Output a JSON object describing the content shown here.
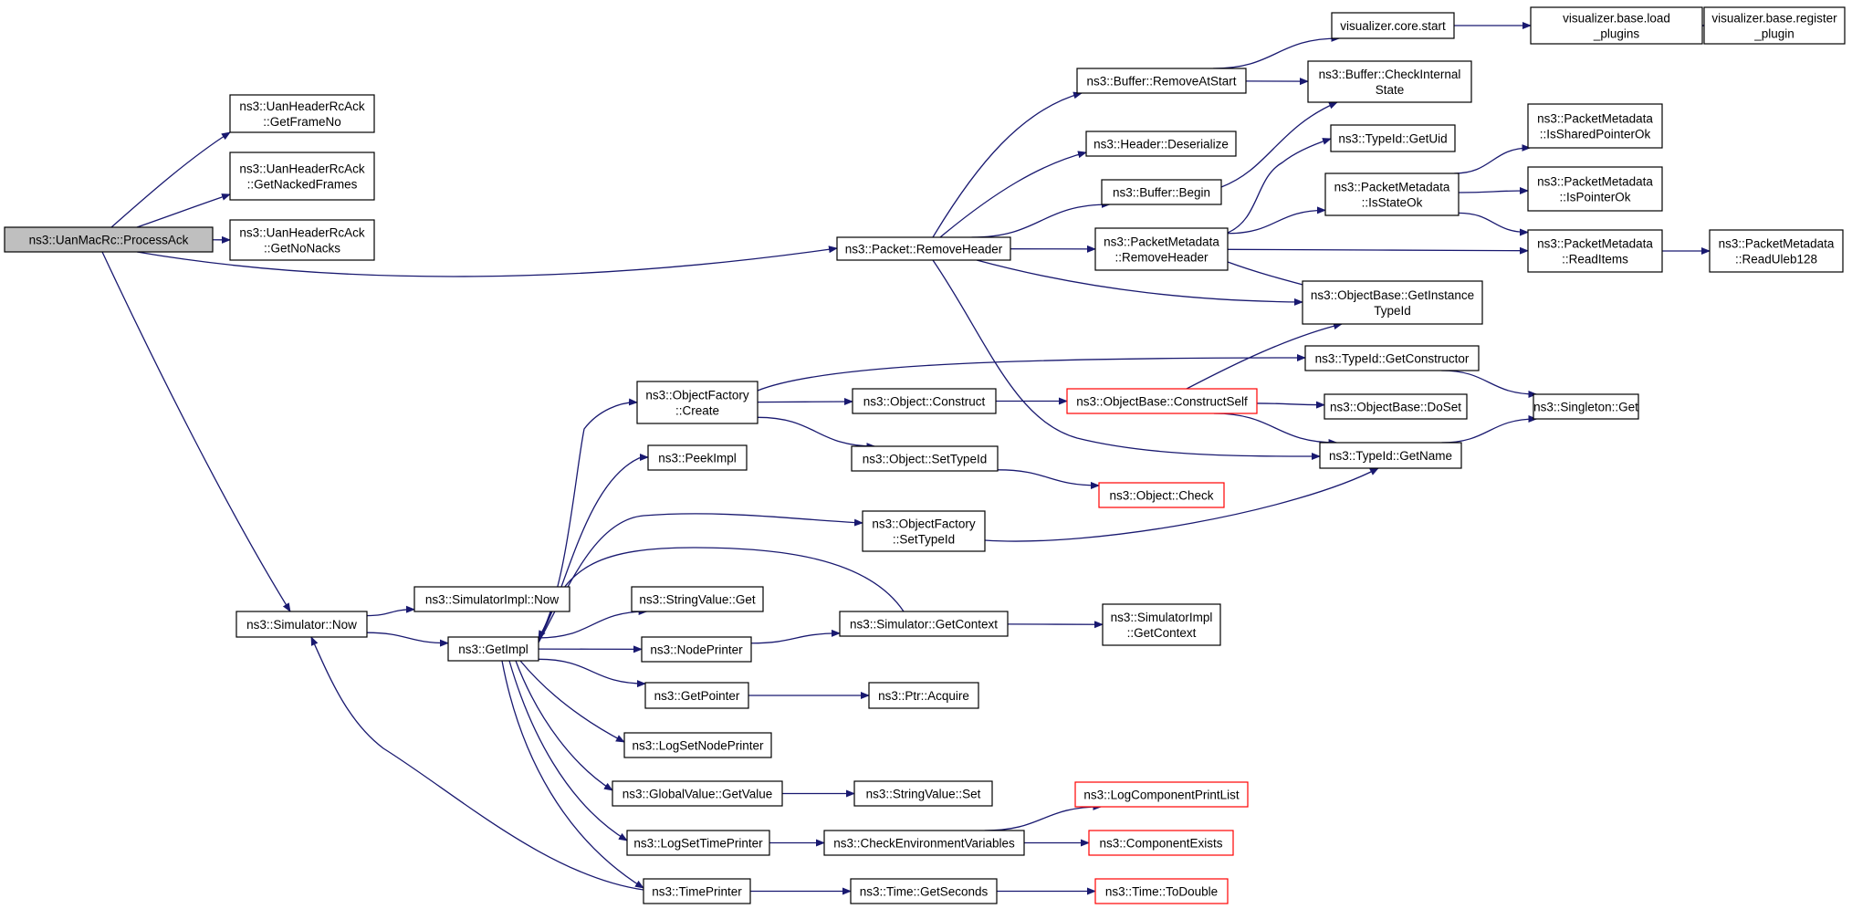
{
  "graph": {
    "nodes": [
      {
        "id": "n0",
        "lines": [
          "ns3::UanMacRc::ProcessAck"
        ],
        "style": "root"
      },
      {
        "id": "n1",
        "lines": [
          "ns3::UanHeaderRcAck",
          "::GetFrameNo"
        ],
        "style": "normal"
      },
      {
        "id": "n2",
        "lines": [
          "ns3::UanHeaderRcAck",
          "::GetNackedFrames"
        ],
        "style": "normal"
      },
      {
        "id": "n3",
        "lines": [
          "ns3::UanHeaderRcAck",
          "::GetNoNacks"
        ],
        "style": "normal"
      },
      {
        "id": "n4",
        "lines": [
          "ns3::Packet::RemoveHeader"
        ],
        "style": "normal"
      },
      {
        "id": "n5",
        "lines": [
          "ns3::Simulator::Now"
        ],
        "style": "normal"
      },
      {
        "id": "n6",
        "lines": [
          "ns3::Buffer::RemoveAtStart"
        ],
        "style": "normal"
      },
      {
        "id": "n7",
        "lines": [
          "visualizer.core.start"
        ],
        "style": "normal"
      },
      {
        "id": "n8",
        "lines": [
          "visualizer.base.load",
          "_plugins"
        ],
        "style": "normal"
      },
      {
        "id": "n9",
        "lines": [
          "visualizer.base.register",
          "_plugin"
        ],
        "style": "normal"
      },
      {
        "id": "n10",
        "lines": [
          "ns3::Buffer::CheckInternal",
          "State"
        ],
        "style": "normal"
      },
      {
        "id": "n11",
        "lines": [
          "ns3::Header::Deserialize"
        ],
        "style": "normal"
      },
      {
        "id": "n12",
        "lines": [
          "ns3::Buffer::Begin"
        ],
        "style": "normal"
      },
      {
        "id": "n13",
        "lines": [
          "ns3::PacketMetadata",
          "::RemoveHeader"
        ],
        "style": "normal"
      },
      {
        "id": "n14",
        "lines": [
          "ns3::TypeId::GetUid"
        ],
        "style": "normal"
      },
      {
        "id": "n15",
        "lines": [
          "ns3::PacketMetadata",
          "::IsStateOk"
        ],
        "style": "normal"
      },
      {
        "id": "n16",
        "lines": [
          "ns3::PacketMetadata",
          "::IsSharedPointerOk"
        ],
        "style": "normal"
      },
      {
        "id": "n17",
        "lines": [
          "ns3::PacketMetadata",
          "::IsPointerOk"
        ],
        "style": "normal"
      },
      {
        "id": "n18",
        "lines": [
          "ns3::PacketMetadata",
          "::ReadItems"
        ],
        "style": "normal"
      },
      {
        "id": "n19",
        "lines": [
          "ns3::PacketMetadata",
          "::ReadUleb128"
        ],
        "style": "normal"
      },
      {
        "id": "n20",
        "lines": [
          "ns3::ObjectBase::GetInstance",
          "TypeId"
        ],
        "style": "normal"
      },
      {
        "id": "n21",
        "lines": [
          "ns3::TypeId::GetConstructor"
        ],
        "style": "normal"
      },
      {
        "id": "n22",
        "lines": [
          "ns3::ObjectFactory",
          "::Create"
        ],
        "style": "normal"
      },
      {
        "id": "n23",
        "lines": [
          "ns3::Object::Construct"
        ],
        "style": "normal"
      },
      {
        "id": "n24",
        "lines": [
          "ns3::ObjectBase::ConstructSelf"
        ],
        "style": "truncated"
      },
      {
        "id": "n25",
        "lines": [
          "ns3::ObjectBase::DoSet"
        ],
        "style": "normal"
      },
      {
        "id": "n26",
        "lines": [
          "ns3::Singleton::Get"
        ],
        "style": "normal"
      },
      {
        "id": "n27",
        "lines": [
          "ns3::PeekImpl"
        ],
        "style": "normal"
      },
      {
        "id": "n28",
        "lines": [
          "ns3::Object::SetTypeId"
        ],
        "style": "normal"
      },
      {
        "id": "n29",
        "lines": [
          "ns3::TypeId::GetName"
        ],
        "style": "normal"
      },
      {
        "id": "n30",
        "lines": [
          "ns3::Object::Check"
        ],
        "style": "truncated"
      },
      {
        "id": "n31",
        "lines": [
          "ns3::ObjectFactory",
          "::SetTypeId"
        ],
        "style": "normal"
      },
      {
        "id": "n32",
        "lines": [
          "ns3::SimulatorImpl::Now"
        ],
        "style": "normal"
      },
      {
        "id": "n33",
        "lines": [
          "ns3::GetImpl"
        ],
        "style": "normal"
      },
      {
        "id": "n34",
        "lines": [
          "ns3::StringValue::Get"
        ],
        "style": "normal"
      },
      {
        "id": "n35",
        "lines": [
          "ns3::Simulator::GetContext"
        ],
        "style": "normal"
      },
      {
        "id": "n36",
        "lines": [
          "ns3::SimulatorImpl",
          "::GetContext"
        ],
        "style": "normal"
      },
      {
        "id": "n37",
        "lines": [
          "ns3::NodePrinter"
        ],
        "style": "normal"
      },
      {
        "id": "n38",
        "lines": [
          "ns3::GetPointer"
        ],
        "style": "normal"
      },
      {
        "id": "n39",
        "lines": [
          "ns3::Ptr::Acquire"
        ],
        "style": "normal"
      },
      {
        "id": "n40",
        "lines": [
          "ns3::LogSetNodePrinter"
        ],
        "style": "normal"
      },
      {
        "id": "n41",
        "lines": [
          "ns3::GlobalValue::GetValue"
        ],
        "style": "normal"
      },
      {
        "id": "n42",
        "lines": [
          "ns3::StringValue::Set"
        ],
        "style": "normal"
      },
      {
        "id": "n43",
        "lines": [
          "ns3::LogComponentPrintList"
        ],
        "style": "truncated"
      },
      {
        "id": "n44",
        "lines": [
          "ns3::LogSetTimePrinter"
        ],
        "style": "normal"
      },
      {
        "id": "n45",
        "lines": [
          "ns3::CheckEnvironmentVariables"
        ],
        "style": "normal"
      },
      {
        "id": "n46",
        "lines": [
          "ns3::ComponentExists"
        ],
        "style": "truncated"
      },
      {
        "id": "n47",
        "lines": [
          "ns3::TimePrinter"
        ],
        "style": "normal"
      },
      {
        "id": "n48",
        "lines": [
          "ns3::Time::GetSeconds"
        ],
        "style": "normal"
      },
      {
        "id": "n49",
        "lines": [
          "ns3::Time::ToDouble"
        ],
        "style": "truncated"
      }
    ],
    "edges": [
      [
        "n0",
        "n1"
      ],
      [
        "n0",
        "n2"
      ],
      [
        "n0",
        "n3"
      ],
      [
        "n0",
        "n4"
      ],
      [
        "n0",
        "n5"
      ],
      [
        "n4",
        "n6"
      ],
      [
        "n4",
        "n11"
      ],
      [
        "n4",
        "n12"
      ],
      [
        "n4",
        "n13"
      ],
      [
        "n4",
        "n20"
      ],
      [
        "n4",
        "n29"
      ],
      [
        "n6",
        "n7"
      ],
      [
        "n6",
        "n10"
      ],
      [
        "n7",
        "n8"
      ],
      [
        "n8",
        "n9"
      ],
      [
        "n12",
        "n10"
      ],
      [
        "n13",
        "n14"
      ],
      [
        "n13",
        "n15"
      ],
      [
        "n13",
        "n18"
      ],
      [
        "n13",
        "n20"
      ],
      [
        "n15",
        "n16"
      ],
      [
        "n15",
        "n17"
      ],
      [
        "n15",
        "n18"
      ],
      [
        "n18",
        "n19"
      ],
      [
        "n5",
        "n32"
      ],
      [
        "n5",
        "n33"
      ],
      [
        "n33",
        "n22"
      ],
      [
        "n33",
        "n27"
      ],
      [
        "n33",
        "n31"
      ],
      [
        "n33",
        "n34"
      ],
      [
        "n33",
        "n37"
      ],
      [
        "n33",
        "n38"
      ],
      [
        "n33",
        "n40"
      ],
      [
        "n33",
        "n41"
      ],
      [
        "n33",
        "n44"
      ],
      [
        "n33",
        "n47"
      ],
      [
        "n22",
        "n21"
      ],
      [
        "n22",
        "n23"
      ],
      [
        "n22",
        "n28"
      ],
      [
        "n23",
        "n24"
      ],
      [
        "n24",
        "n20"
      ],
      [
        "n24",
        "n25"
      ],
      [
        "n24",
        "n29"
      ],
      [
        "n21",
        "n26"
      ],
      [
        "n29",
        "n26"
      ],
      [
        "n28",
        "n30"
      ],
      [
        "n31",
        "n29"
      ],
      [
        "n35",
        "n33"
      ],
      [
        "n35",
        "n36"
      ],
      [
        "n37",
        "n35"
      ],
      [
        "n38",
        "n39"
      ],
      [
        "n41",
        "n42"
      ],
      [
        "n44",
        "n45"
      ],
      [
        "n45",
        "n43"
      ],
      [
        "n45",
        "n46"
      ],
      [
        "n47",
        "n48"
      ],
      [
        "n48",
        "n49"
      ],
      [
        "n47",
        "n5"
      ]
    ]
  },
  "colors": {
    "edge": "#191970",
    "node_border": "#000000",
    "node_fill": "#ffffff",
    "root_fill": "#bfbfbf",
    "truncated_border": "#ff0000"
  }
}
